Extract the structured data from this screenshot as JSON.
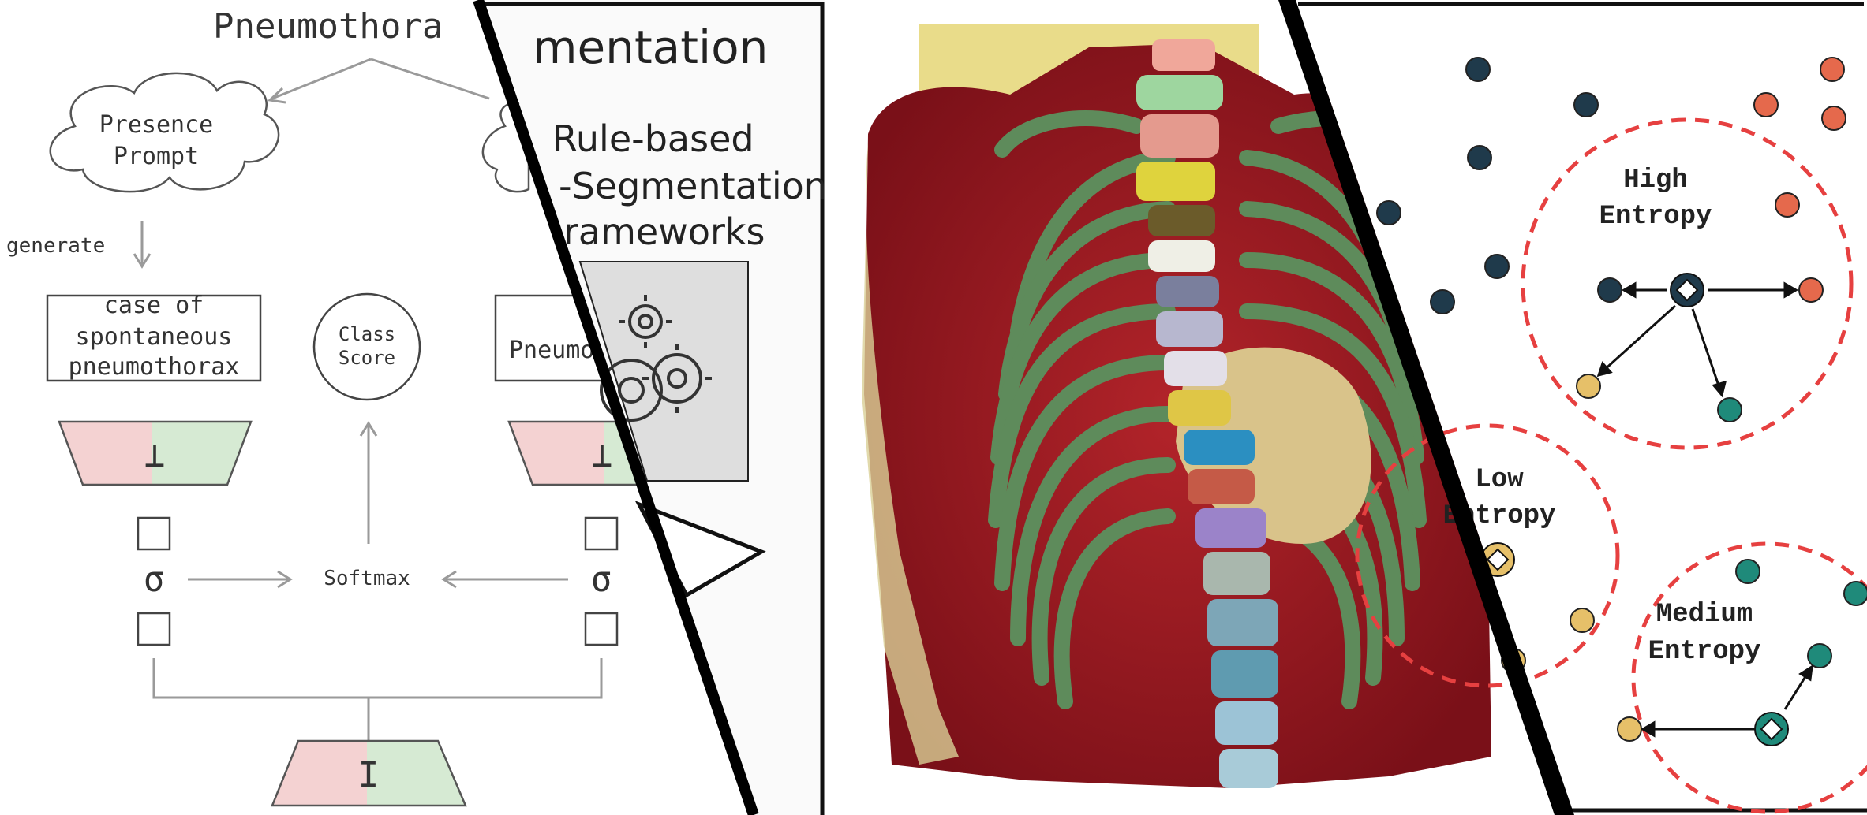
{
  "left_panel": {
    "title": "Pneumothora",
    "presence_prompt": [
      "Presence",
      "Prompt"
    ],
    "generate_label": "generate",
    "case_text": [
      "case of",
      "spontaneous",
      "pneumothorax"
    ],
    "class_score": [
      "Class",
      "Score"
    ],
    "sigma": "σ",
    "softmax": "Softmax",
    "perp_symbol": "⊥",
    "image_symbol": "I",
    "right_box_partial": "Pneumo",
    "colors": {
      "pink": "#f4d2d2",
      "green": "#d6ead3",
      "line": "#9a9a9a"
    }
  },
  "rule_panel": {
    "title_partial": "mentation",
    "lines": [
      "Rule-based",
      "-Segmentation",
      "rameworks"
    ],
    "icon": "gears-icon",
    "colors": {
      "box": "#dedede",
      "panel": "#fafafa"
    }
  },
  "ct_panel": {
    "icon": "chest-ct-3d-render",
    "colors": {
      "rib": "#5e8b5b",
      "muscle": "#9b1b1f",
      "heart": "#d9c38a"
    }
  },
  "entropy_panel": {
    "high": [
      "High",
      "Entropy"
    ],
    "low": [
      "Low",
      "Entropy"
    ],
    "medium": [
      "Medium",
      "Entropy"
    ],
    "colors": {
      "navy": "#1f3a4b",
      "orange": "#e5694c",
      "teal": "#1f8a7a",
      "yellow": "#e6c069",
      "circle": "#e64040"
    }
  }
}
